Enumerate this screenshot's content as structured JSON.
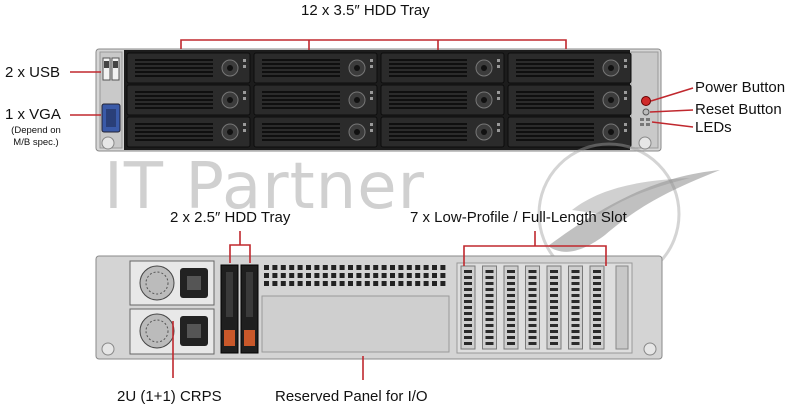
{
  "labels": {
    "hdd_35_tray": "12 x 3.5″ HDD Tray",
    "usb": "2 x USB",
    "vga": "1 x VGA",
    "vga_note_1": "(Depend on",
    "vga_note_2": "M/B spec.)",
    "power_button": "Power Button",
    "reset_button": "Reset Button",
    "leds": "LEDs",
    "hdd_25_tray": "2 x 2.5″ HDD Tray",
    "pcie_slots": "7 x Low-Profile / Full-Length Slot",
    "psu": "2U (1+1) CRPS",
    "reserved_panel": "Reserved  Panel for I/O"
  },
  "watermark": {
    "text": "IT Partner"
  },
  "colors": {
    "leader_line": "#c0282e",
    "chassis": "#d9d9d9",
    "bay": "#222222"
  }
}
